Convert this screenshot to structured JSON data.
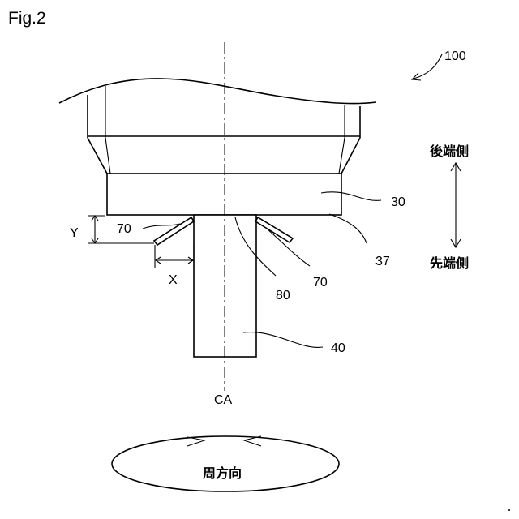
{
  "figure": {
    "title": "Fig.2",
    "labels": {
      "device": "100",
      "base_block": "30",
      "base_edge": "37",
      "shaft": "40",
      "fin_left": "70",
      "fin_right": "70",
      "junction": "80",
      "axis": "CA",
      "dim_x": "X",
      "dim_y": "Y",
      "rear_side": "後端側",
      "front_side": "先端側",
      "circumferential": "周方向"
    }
  }
}
